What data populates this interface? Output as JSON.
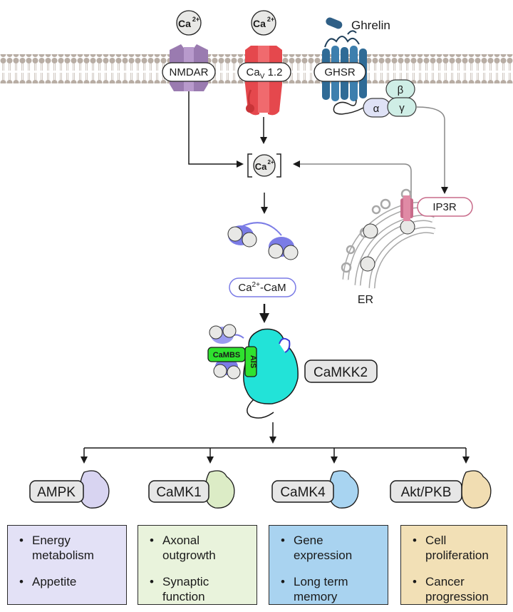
{
  "ligand": {
    "label": "Ghrelin"
  },
  "ion": {
    "label": "Ca",
    "charge": "2+"
  },
  "channels": [
    {
      "label": "NMDAR",
      "color": "#9a7bb0"
    },
    {
      "label_main": "Ca",
      "label_sub": "V",
      "label_rest": " 1.2",
      "color": "#e5484d"
    },
    {
      "label": "GHSR",
      "color": "#2f6b96"
    }
  ],
  "g_protein": {
    "alpha": "α",
    "beta": "β",
    "gamma": "γ"
  },
  "ip3r": {
    "label": "IP3R",
    "color": "#c86b8a"
  },
  "er": {
    "label": "ER"
  },
  "calmodulin": {
    "label_main": "Ca",
    "label_sup": "2+",
    "label_rest": "-CaM",
    "color": "#7b7ce6"
  },
  "camkk2": {
    "label": "CaMKK2",
    "cambs": "CaMBS",
    "ais": "AIS",
    "color": "#22e3d8"
  },
  "targets": [
    {
      "label": "AMPK",
      "color": "#d8d4f1",
      "box_color": "#e3e1f6",
      "effects": [
        {
          "lines": [
            "Energy",
            "metabolism"
          ]
        },
        {
          "lines": [
            "Appetite"
          ]
        }
      ]
    },
    {
      "label": "CaMK1",
      "color": "#dcecc6",
      "box_color": "#e9f3dc",
      "effects": [
        {
          "lines": [
            "Axonal",
            "outgrowth"
          ]
        },
        {
          "lines": [
            "Synaptic",
            "function"
          ]
        }
      ]
    },
    {
      "label": "CaMK4",
      "color": "#a8d4f1",
      "box_color": "#a9d3f0",
      "effects": [
        {
          "lines": [
            "Gene",
            "expression"
          ]
        },
        {
          "lines": [
            "Long term",
            "memory"
          ]
        }
      ]
    },
    {
      "label": "Akt/PKB",
      "color": "#f1ddb2",
      "box_color": "#f2e0b6",
      "effects": [
        {
          "lines": [
            "Cell",
            "proliferation"
          ]
        },
        {
          "lines": [
            "Cancer",
            "progression"
          ]
        }
      ]
    }
  ]
}
